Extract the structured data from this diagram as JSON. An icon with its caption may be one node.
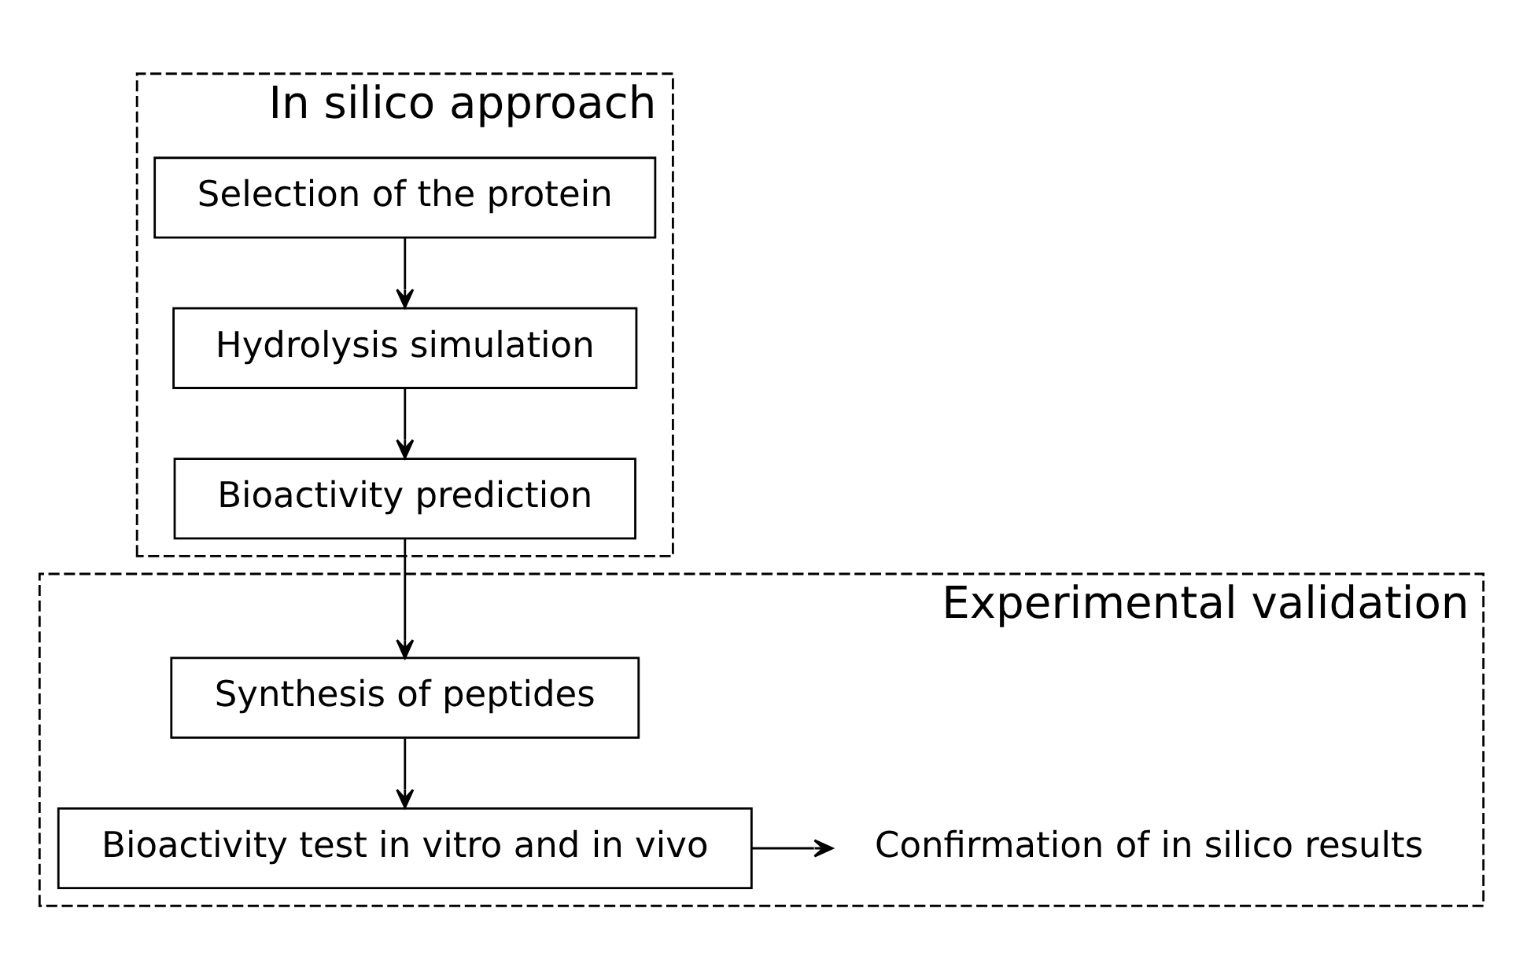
{
  "diagram": {
    "nodes": [
      {
        "text": [
          "In silico approach"
        ]
      },
      {
        "text": [
          "Selection of the protein"
        ],
        "in": 0
      },
      {
        "text": [
          "Hydrolysis simulation"
        ],
        "in": 0
      },
      {
        "text": [
          "Bioactivity prediction"
        ],
        "in": 0
      },
      {
        "text": [
          "Experimental validation"
        ]
      },
      {
        "text": [
          "Synthesis of peptides"
        ],
        "in": 4
      },
      {
        "text": [
          "Bioactivity test in vitro and in vivo"
        ],
        "in": 4
      },
      {
        "text": [
          "Confirmation of in silico results"
        ],
        "in": 4
      }
    ],
    "edges": [
      {
        "from": 1,
        "to": 2,
        "arrow": "to"
      },
      {
        "from": 2,
        "to": 3,
        "arrow": "to"
      },
      {
        "from": 3,
        "to": 5,
        "arrow": "to"
      },
      {
        "from": 5,
        "to": 6,
        "arrow": "to"
      },
      {
        "from": 6,
        "to": 7,
        "arrow": "to"
      }
    ]
  }
}
